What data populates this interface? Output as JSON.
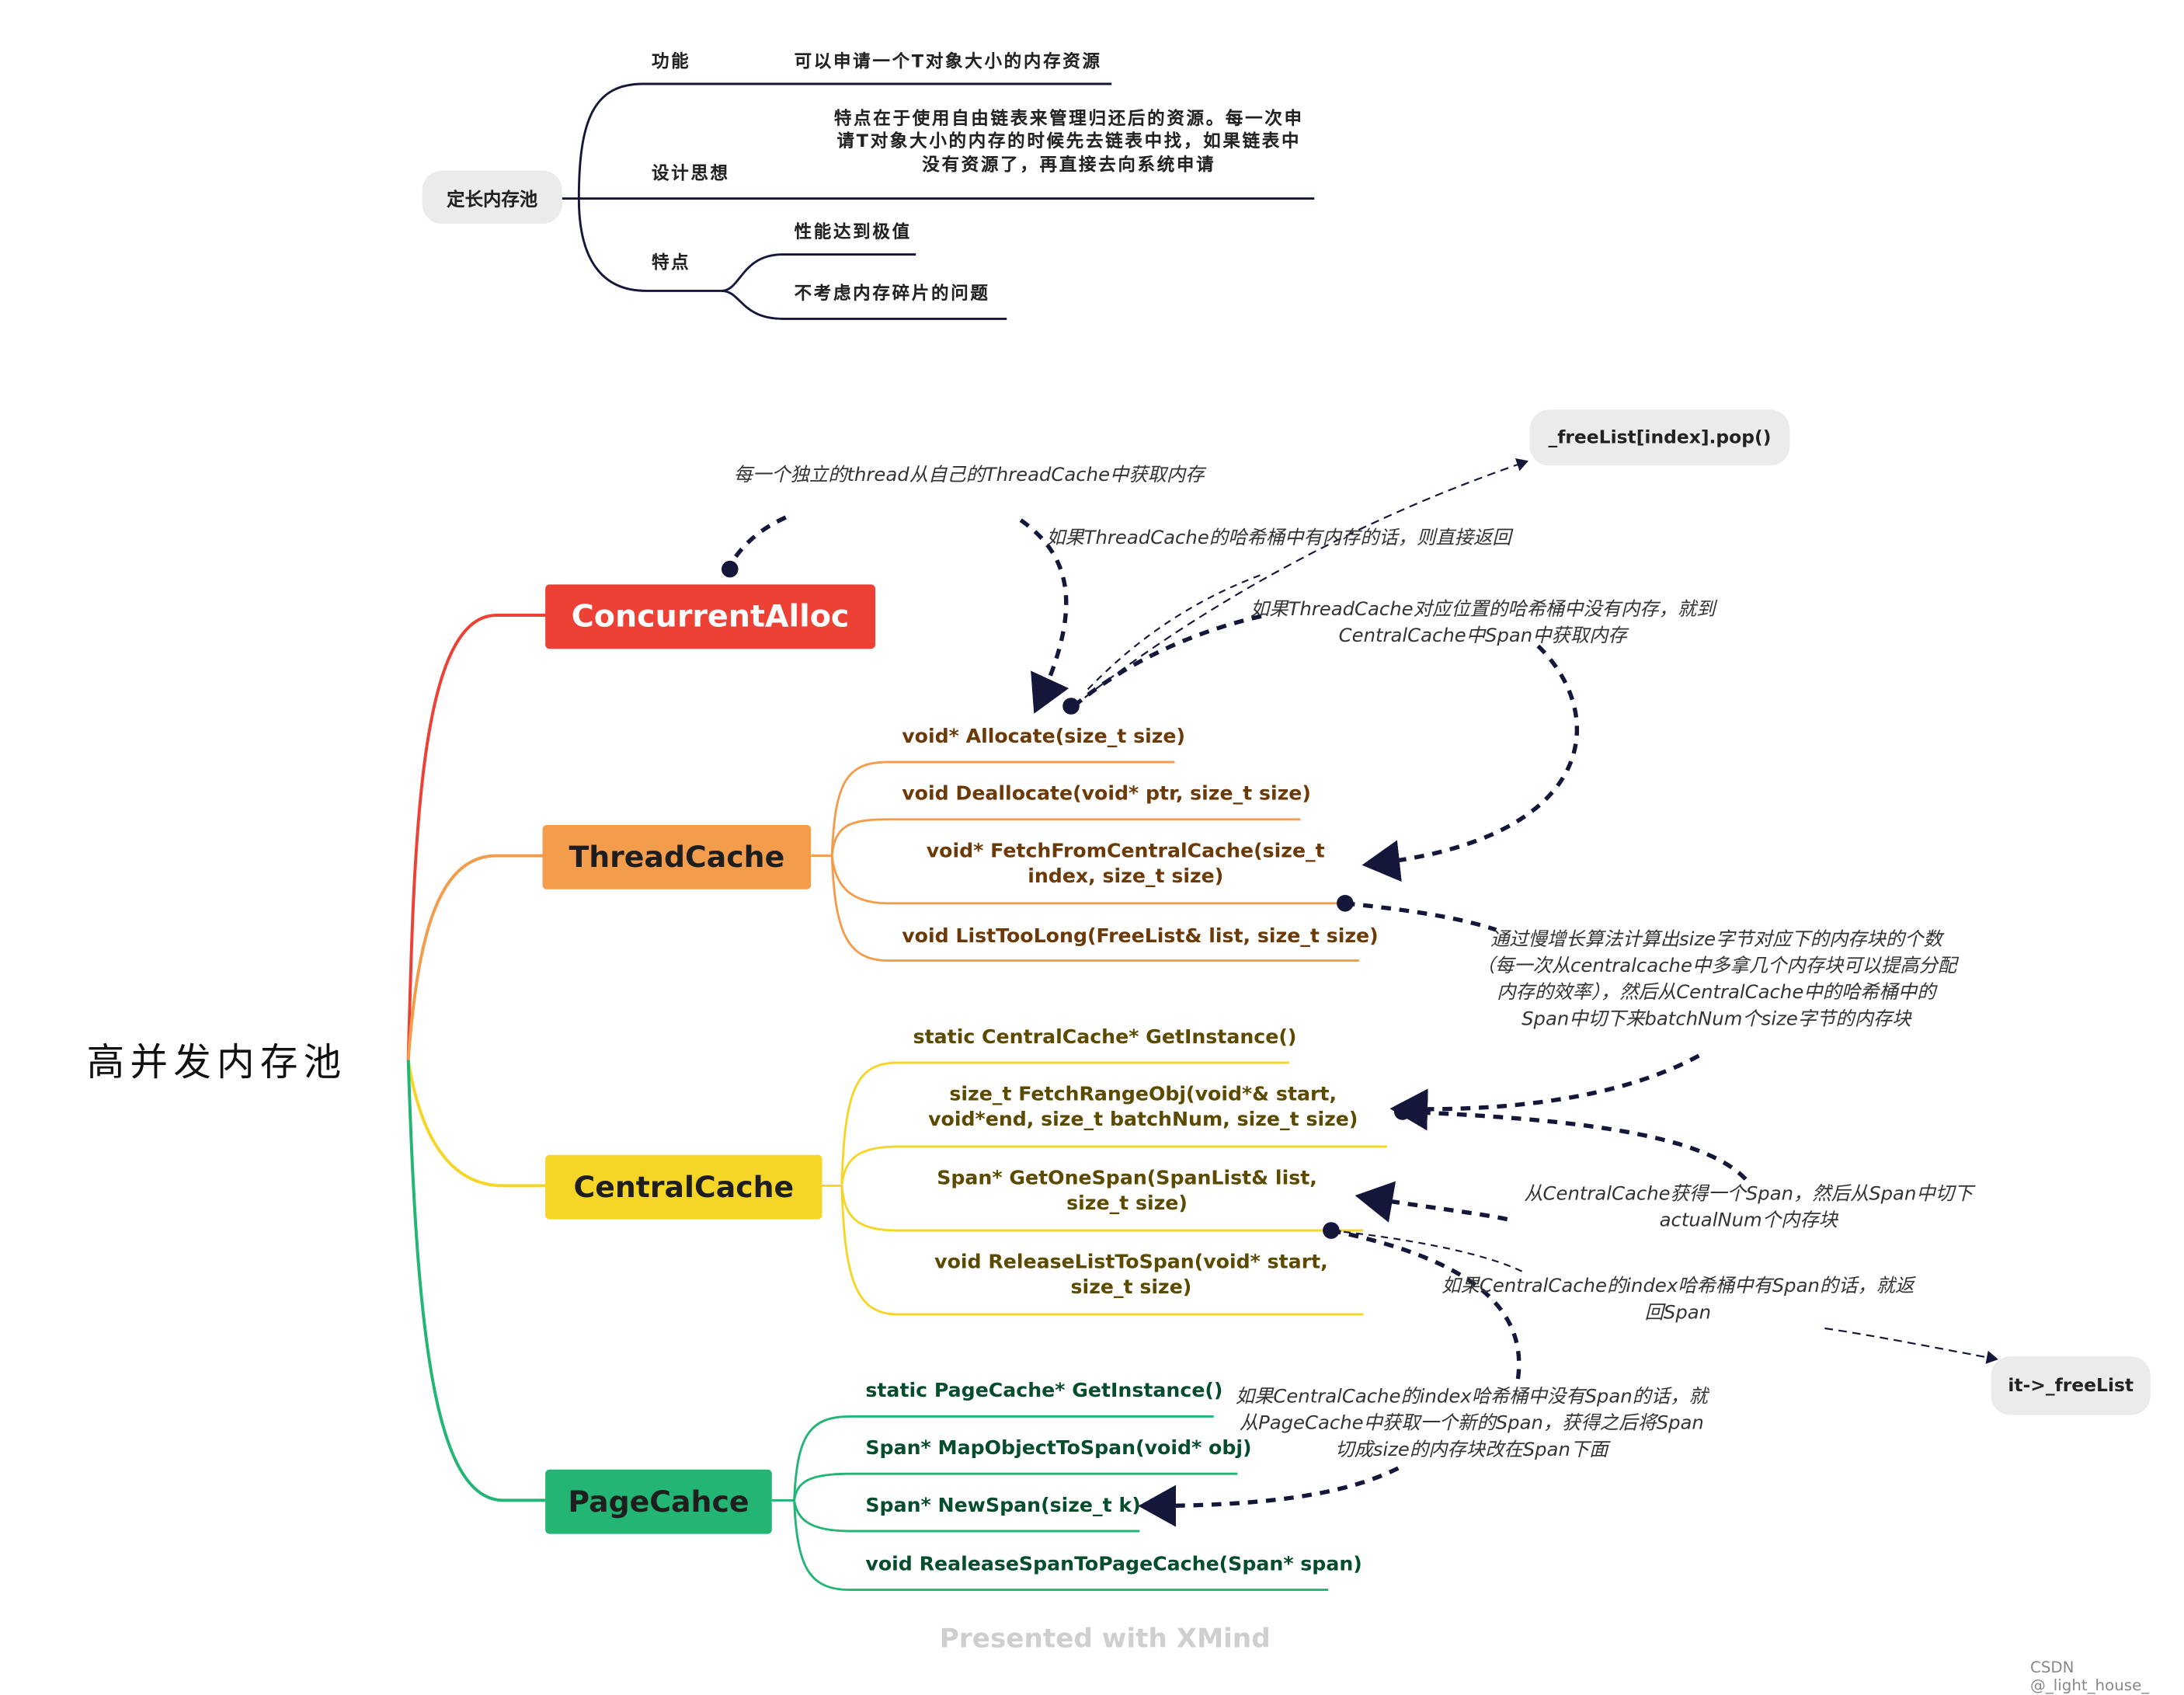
{
  "top_map": {
    "root": "定长内存池",
    "branches": [
      {
        "label": "功能",
        "items": [
          "可以申请一个T对象大小的内存资源"
        ]
      },
      {
        "label": "设计思想",
        "items": [
          "特点在于使用自由链表来管理归还后的资源。每一次申请T对象大小的内存的时候先去链表中找，如果链表中没有资源了，再直接去向系统申请"
        ]
      },
      {
        "label": "特点",
        "items": [
          "性能达到极值",
          "不考虑内存碎片的问题"
        ]
      }
    ]
  },
  "main_map": {
    "root": "高并发内存池",
    "nodes": {
      "concurrent_alloc": {
        "label": "ConcurrentAlloc",
        "color": "#ee4136"
      },
      "thread_cache": {
        "label": "ThreadCache",
        "color": "#f39d4c",
        "methods": [
          "void* Allocate(size_t size)",
          "void Deallocate(void* ptr, size_t size)",
          "void* FetchFromCentralCache(size_t index, size_t size)",
          "void ListTooLong(FreeList& list, size_t size)"
        ]
      },
      "central_cache": {
        "label": "CentralCache",
        "color": "#f5d627",
        "methods": [
          "static CentralCache* GetInstance()",
          "size_t FetchRangeObj(void*& start, void*end, size_t batchNum, size_t size)",
          "Span* GetOneSpan(SpanList& list, size_t size)",
          "void ReleaseListToSpan(void* start, size_t size)"
        ]
      },
      "page_cache": {
        "label": "PageCahce",
        "color": "#22b573",
        "methods": [
          "static PageCache* GetInstance()",
          "Span* MapObjectToSpan(void* obj)",
          "Span* NewSpan(size_t k)",
          "void RealeaseSpanToPageCache(Span* span)"
        ]
      }
    },
    "notes": {
      "thread_own": "每一个独立的thread从自己的ThreadCache中获取内存",
      "hash_has_mem": "如果ThreadCache的哈希桶中有内存的话，则直接返回",
      "hash_no_mem": "如果ThreadCache对应位置的哈希桶中没有内存，就到CentralCache中Span中获取内存",
      "slow_start": "通过慢增长算法计算出size字节对应下的内存块的个数（每一次从centralcache中多拿几个内存块可以提高分配内存的效率），然后从CentralCache中的哈希桶中的Span中切下来batchNum个size字节的内存块",
      "get_span": "从CentralCache获得一个Span，然后从Span中切下actualNum个内存块",
      "has_span": "如果CentralCache的index哈希桶中有Span的话，就返回Span",
      "no_span": "如果CentralCache的index哈希桶中没有Span的话，就从PageCache中获取一个新的Span，获得之后将Span切成size的内存块改在Span下面"
    },
    "callouts": {
      "pop": "_freeList[index].pop()",
      "it_freelist": "it->_freeList"
    }
  },
  "watermark": "Presented with XMind",
  "credit": "CSDN @_light_house_"
}
